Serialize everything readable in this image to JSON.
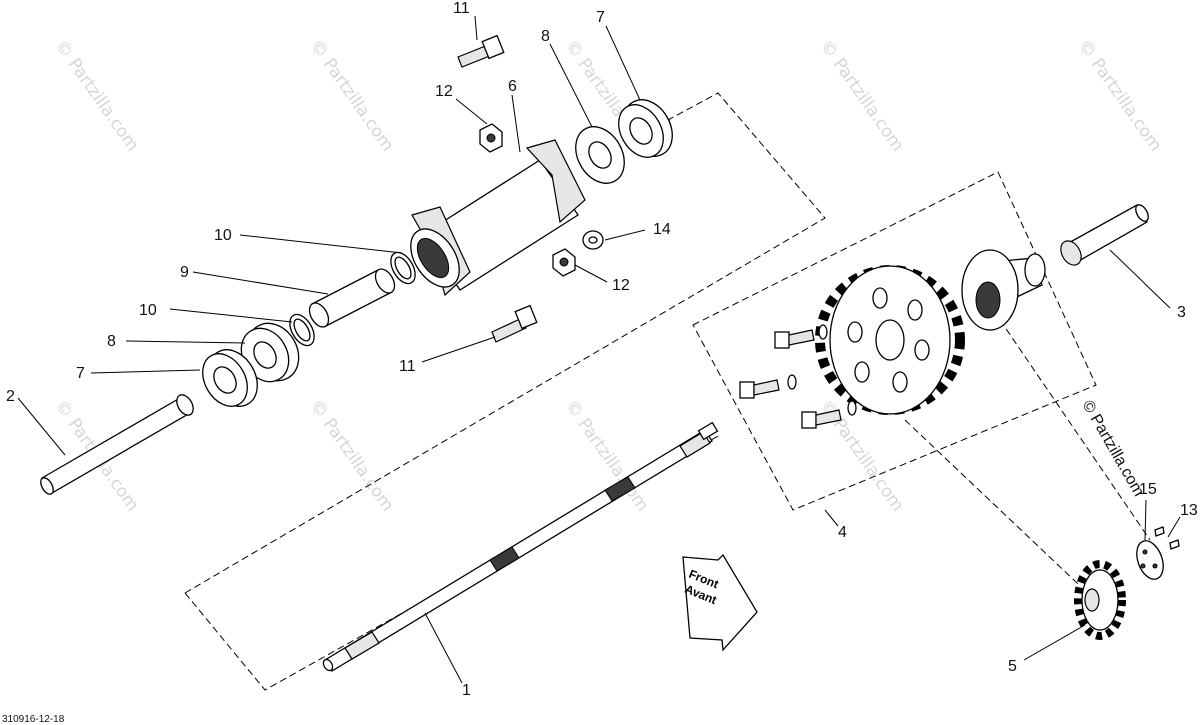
{
  "callouts": [
    {
      "id": "c11a",
      "text": "11"
    },
    {
      "id": "c7a",
      "text": "7"
    },
    {
      "id": "c8a",
      "text": "8"
    },
    {
      "id": "c12a",
      "text": "12"
    },
    {
      "id": "c6",
      "text": "6"
    },
    {
      "id": "c10a",
      "text": "10"
    },
    {
      "id": "c14",
      "text": "14"
    },
    {
      "id": "c9",
      "text": "9"
    },
    {
      "id": "c12b",
      "text": "12"
    },
    {
      "id": "c10b",
      "text": "10"
    },
    {
      "id": "c3",
      "text": "3"
    },
    {
      "id": "c8b",
      "text": "8"
    },
    {
      "id": "c11b",
      "text": "11"
    },
    {
      "id": "c7b",
      "text": "7"
    },
    {
      "id": "c2",
      "text": "2"
    },
    {
      "id": "c4",
      "text": "4"
    },
    {
      "id": "c15",
      "text": "15"
    },
    {
      "id": "c13",
      "text": "13"
    },
    {
      "id": "c5",
      "text": "5"
    },
    {
      "id": "c1",
      "text": "1"
    }
  ],
  "copyright": "© Partzilla.com",
  "watermark": "© Partzilla.com",
  "arrow": {
    "line1": "Front",
    "line2": "Avant"
  },
  "drawing_code": "310916-12-18"
}
